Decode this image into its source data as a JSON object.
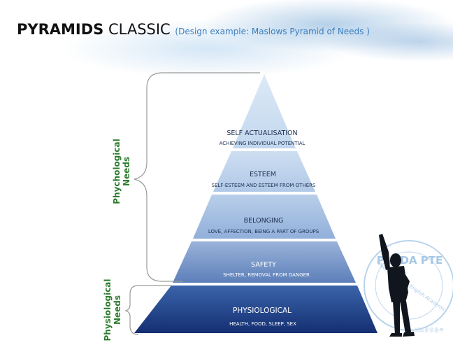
{
  "title": {
    "bold": "PYRAMIDS",
    "regular": "CLASSIC",
    "subtitle": "(Design example: Maslows Pyramid of Needs )"
  },
  "pyramid": {
    "levels": [
      {
        "name": "SELF ACTUALISATION",
        "desc": "ACHIEVING INDIVIDUAL POTENTIAL",
        "fill": "#c9dcf0"
      },
      {
        "name": "ESTEEM",
        "desc": "SELF-ESTEEM AND ESTEEM FROM OTHERS",
        "fill": "#b6cde9"
      },
      {
        "name": "BELONGING",
        "desc": "LOVE, AFFECTION, BEING A PART OF GROUPS",
        "fill": "#9db8de"
      },
      {
        "name": "SAFETY",
        "desc": "SHELTER, REMOVAL FROM DANGER",
        "fill": "#6f8fc4"
      },
      {
        "name": "PHYSIOLOGICAL",
        "desc": "HEALTH, FOOD, SLEEP, SEX",
        "fill": "#22478f"
      }
    ]
  },
  "groups": {
    "psychological": [
      "Phychological",
      "Needs"
    ],
    "physiological": [
      "Physiological",
      "Needs"
    ]
  },
  "watermark": {
    "brand": "PANDA PTE",
    "tagline": "Pearson Test of English Academic",
    "footer": "领取更多备考"
  },
  "colors": {
    "label_green": "#2e7c2e",
    "accent_blue": "#3a7fbf"
  }
}
